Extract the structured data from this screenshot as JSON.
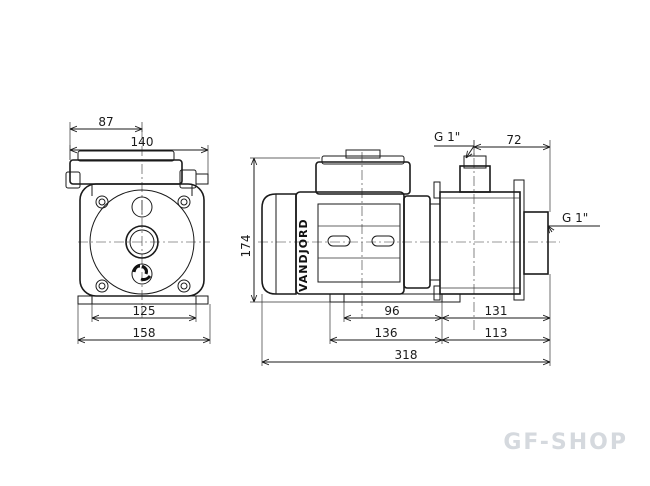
{
  "dimensions": {
    "top_left_87": "87",
    "top_left_140": "140",
    "side_174": "174",
    "bottom_left_125": "125",
    "bottom_left_158": "158",
    "inlet_thread": "G 1\"",
    "top_right_72": "72",
    "outlet_thread": "G 1\"",
    "bottom_96": "96",
    "bottom_131": "131",
    "bottom_136": "136",
    "bottom_113": "113",
    "overall_318": "318"
  },
  "brand": "VANDJORD",
  "watermark": "GF-SHOP",
  "colors": {
    "line": "#1a1a1a",
    "watermark": "#d5d9de",
    "background": "#ffffff"
  }
}
